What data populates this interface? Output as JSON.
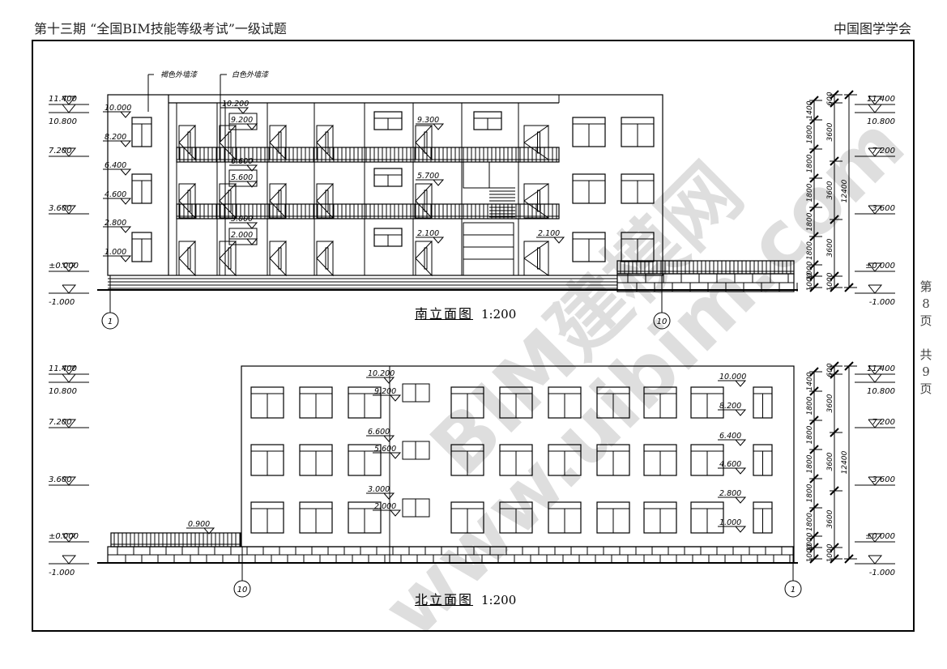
{
  "header": {
    "left": "第十三期 “全国BIM技能等级考试”一级试题",
    "right": "中国图学学会"
  },
  "side": {
    "page_chars": [
      "第",
      "8",
      "页",
      "",
      "共",
      "9",
      "页"
    ]
  },
  "watermark": {
    "line1": "BIM建模网",
    "line2": "www.uibim.com"
  },
  "south": {
    "title": "南立面图",
    "scale": "1:200",
    "annotations": [
      "褐色外墙漆",
      "白色外墙漆"
    ],
    "levels_outer": [
      "11.400",
      "10.800",
      "7.200",
      "3.600",
      "±0.000",
      "-1.000"
    ],
    "levels_inner": [
      "10.000",
      "8.200",
      "6.400",
      "4.600",
      "2.800",
      "1.000"
    ],
    "levels_mid": [
      "10.200",
      "9.200",
      "6.600",
      "5.600",
      "3.000",
      "2.000",
      "9.300",
      "5.700",
      "2.100",
      "2.100"
    ],
    "grid": [
      "1",
      "10"
    ],
    "dims_a": [
      "1000",
      "1000",
      "1800",
      "1800",
      "1800",
      "1800",
      "1800",
      "1400"
    ],
    "dims_b": [
      "1000",
      "3600",
      "3600",
      "3600",
      "600"
    ],
    "dims_total": "12400"
  },
  "north": {
    "title": "北立面图",
    "scale": "1:200",
    "levels_outer": [
      "11.400",
      "10.800",
      "7.200",
      "3.600",
      "±0.000",
      "-1.000"
    ],
    "levels_inner": [
      "10.000",
      "8.200",
      "6.400",
      "4.600",
      "2.800",
      "1.000"
    ],
    "levels_mid": [
      "10.200",
      "9.200",
      "6.600",
      "5.600",
      "3.000",
      "2.000",
      "0.900"
    ],
    "grid": [
      "10",
      "1"
    ],
    "dims_a": [
      "1000",
      "1000",
      "1800",
      "1800",
      "1800",
      "1800",
      "1800",
      "1400"
    ],
    "dims_b": [
      "1000",
      "3600",
      "3600",
      "3600",
      "600"
    ],
    "dims_total": "12400"
  }
}
